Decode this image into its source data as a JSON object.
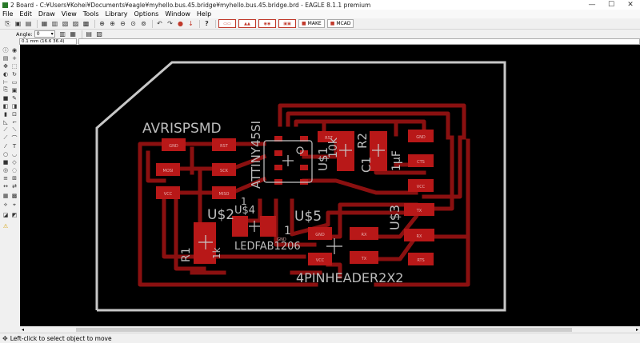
{
  "window": {
    "title": "2 Board - C:¥Users¥Kohei¥Documents¥eagle¥myhello.bus.45.bridge¥myhello.bus.45.bridge.brd - EAGLE 8.1.1 premium",
    "minimize_glyph": "—",
    "maximize_glyph": "☐",
    "close_glyph": "✕"
  },
  "menu": [
    "File",
    "Edit",
    "Draw",
    "View",
    "Tools",
    "Library",
    "Options",
    "Window",
    "Help"
  ],
  "toolbar": {
    "buttons": [
      {
        "name": "open-icon",
        "glyph": "⎘"
      },
      {
        "name": "save-icon",
        "glyph": "▣"
      },
      {
        "name": "print-icon",
        "glyph": "▤"
      },
      {
        "name": "cam-icon",
        "glyph": "▦"
      },
      {
        "name": "cam-processor-icon",
        "glyph": "▥"
      },
      {
        "name": "schematic-icon",
        "glyph": "▧"
      },
      {
        "name": "script-icon",
        "glyph": "▨"
      },
      {
        "name": "run-icon",
        "glyph": "▩"
      },
      {
        "name": "zoom-fit-icon",
        "glyph": "⊕"
      },
      {
        "name": "zoom-in-icon",
        "glyph": "⊕"
      },
      {
        "name": "zoom-out-icon",
        "glyph": "⊖"
      },
      {
        "name": "zoom-redraw-icon",
        "glyph": "⊙"
      },
      {
        "name": "zoom-select-icon",
        "glyph": "⊚"
      },
      {
        "name": "undo-icon",
        "glyph": "↶"
      },
      {
        "name": "redo-icon",
        "glyph": "↷"
      },
      {
        "name": "stop-icon",
        "glyph": "●"
      },
      {
        "name": "go-icon",
        "glyph": "↓"
      },
      {
        "name": "help-icon",
        "glyph": "?"
      }
    ],
    "make_label": "MAKE",
    "mcad_label": "MCAD"
  },
  "params": {
    "angle_label": "Angle:",
    "angle_value": "0"
  },
  "coordinate_readout": "0.1 mm (16.6 36.4)",
  "board": {
    "labels": {
      "avrispsmd": "AVRISPSMD",
      "attiny": "ATTINY45SI",
      "u1": "U$1",
      "r2": "R2",
      "c1": "C1",
      "val10k": "10k",
      "val1uf": "1μF",
      "u2": "U$2",
      "u4": "U$4",
      "u5": "U$5",
      "u3": "U$3",
      "one": "1",
      "one2": "1",
      "r1": "R1",
      "val1k": "1k",
      "ledfab": "LEDFAB1206",
      "pinheader": "4PINHEADER2X2"
    },
    "pads": [
      {
        "label": "GND"
      },
      {
        "label": "RST"
      },
      {
        "label": "MOSI"
      },
      {
        "label": "SCK"
      },
      {
        "label": "VCC"
      },
      {
        "label": "MISO"
      },
      {
        "label": "RST"
      },
      {
        "label": "GND"
      },
      {
        "label": "CTS"
      },
      {
        "label": "VCC"
      },
      {
        "label": "TX"
      },
      {
        "label": "RX"
      },
      {
        "label": "GND"
      },
      {
        "label": "VCC"
      },
      {
        "label": "RX"
      },
      {
        "label": "RTS"
      },
      {
        "label": "TX"
      },
      {
        "label": "GND"
      }
    ],
    "trace_color": "#8b1010",
    "pad_color": "#b81818",
    "outline_color": "#c8c8c8"
  },
  "status": {
    "text": "Left-click to select object to move"
  }
}
